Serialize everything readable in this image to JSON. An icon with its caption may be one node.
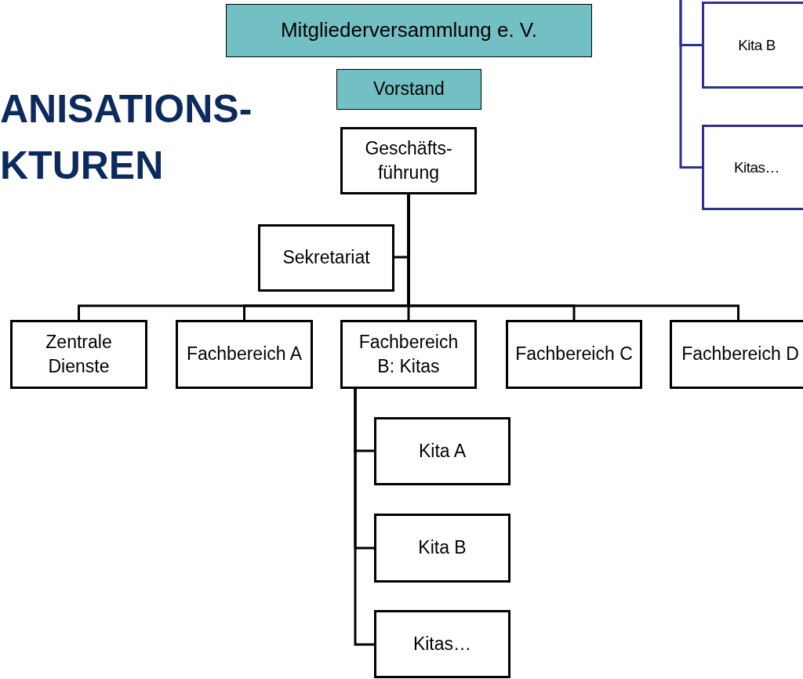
{
  "diagram": {
    "title": "ANISATIONS- KTUREN",
    "nodes": [
      {
        "text": [
          "Mitgliederversammlung  e. V."
        ]
      },
      {
        "text": [
          "Vorstand"
        ]
      },
      {
        "text": [
          "Geschäfts- führung"
        ]
      },
      {
        "text": [
          "Sekretariat"
        ]
      },
      {
        "text": [
          "Zentrale Dienste"
        ]
      },
      {
        "text": [
          "Fachbereich A"
        ]
      },
      {
        "text": [
          "Fachbereich B: Kitas"
        ]
      },
      {
        "text": [
          "Fachbereich C"
        ]
      },
      {
        "text": [
          "Fachbereich D"
        ]
      },
      {
        "text": [
          "Kita A"
        ]
      },
      {
        "text": [
          "Kita B"
        ]
      },
      {
        "text": [
          "Kitas…"
        ]
      },
      {
        "text": [
          "Kita B"
        ]
      },
      {
        "text": [
          "Kitas…"
        ]
      }
    ],
    "edges": [
      {
        "from": 2,
        "to": 3,
        "arrow": "none"
      },
      {
        "from": 2,
        "to": 4,
        "arrow": "none"
      },
      {
        "from": 2,
        "to": 5,
        "arrow": "none"
      },
      {
        "from": 2,
        "to": 6,
        "arrow": "none"
      },
      {
        "from": 2,
        "to": 7,
        "arrow": "none"
      },
      {
        "from": 2,
        "to": 8,
        "arrow": "none"
      },
      {
        "from": 6,
        "to": 9,
        "arrow": "none"
      },
      {
        "from": 6,
        "to": 10,
        "arrow": "none"
      },
      {
        "from": 6,
        "to": 11,
        "arrow": "none"
      },
      {
        "from": null,
        "to": 12,
        "arrow": "none",
        "color": "#2e3192"
      },
      {
        "from": null,
        "to": 13,
        "arrow": "none",
        "color": "#2e3192"
      }
    ]
  }
}
